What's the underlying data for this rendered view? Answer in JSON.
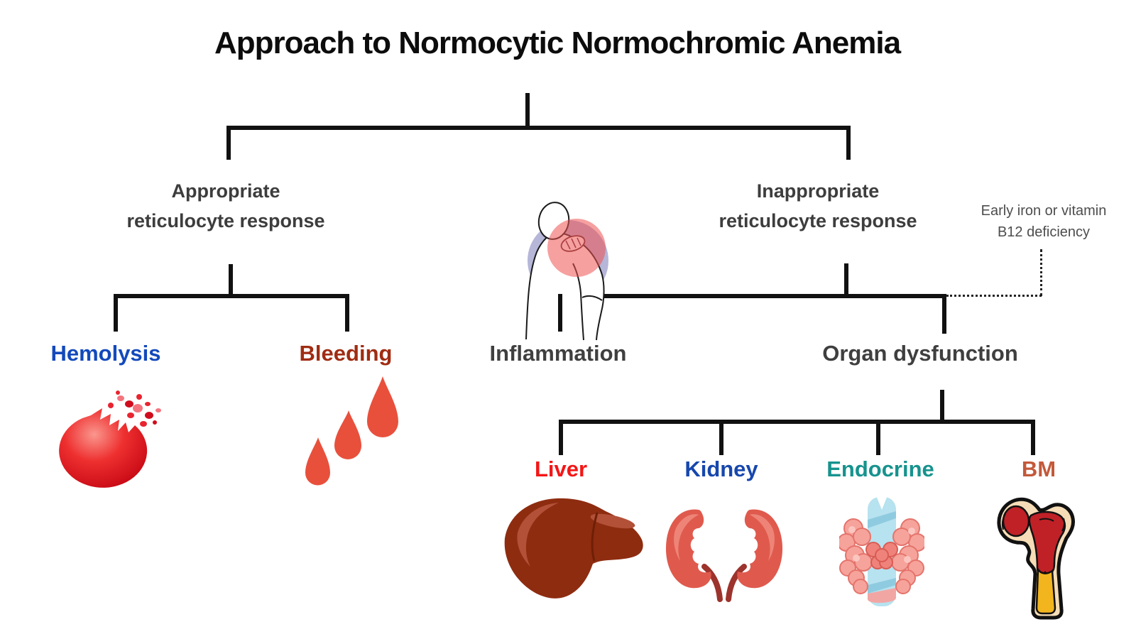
{
  "title": "Approach to Normocytic Normochromic Anemia",
  "nodes": {
    "appropriate": {
      "line1": "Appropriate",
      "line2": "reticulocyte response",
      "color": "#3d3d3d"
    },
    "inappropriate": {
      "line1": "Inappropriate",
      "line2": "reticulocyte response",
      "color": "#3d3d3d"
    },
    "hemolysis": {
      "label": "Hemolysis",
      "color": "#1349bb"
    },
    "bleeding": {
      "label": "Bleeding",
      "color": "#a02c12"
    },
    "inflammation": {
      "label": "Inflammation",
      "color": "#3f3f3f"
    },
    "organ_dysfunction": {
      "label": "Organ dysfunction",
      "color": "#3f3f3f"
    },
    "liver": {
      "label": "Liver",
      "color": "#f41616"
    },
    "kidney": {
      "label": "Kidney",
      "color": "#1747ad"
    },
    "endocrine": {
      "label": "Endocrine",
      "color": "#17938e"
    },
    "bm": {
      "label": "BM",
      "color": "#c2593a"
    }
  },
  "annotation": {
    "line1": "Early iron or vitamin",
    "line2": "B12 deficiency",
    "color": "#4d4d4d"
  },
  "colors": {
    "background": "#ffffff",
    "connector_line": "#111111",
    "red_blood_cell": "#ee3030",
    "blood_drop": "#e8503c",
    "pain_circle": "#ee5252",
    "person_halo": "#b5b6d8",
    "liver_fill": "#8e2c10",
    "kidney_fill": "#df5a4d",
    "thyroid_pink": "#f6a39b",
    "trachea_blue": "#b7e2ef",
    "bone_cream": "#f6ddb7",
    "red_marrow": "#bf2127",
    "yellow_marrow": "#f2b51e"
  },
  "icons": {
    "hemolysis": "burst-red-blood-cell-icon",
    "bleeding": "blood-drops-icon",
    "inflammation": "shoulder-pain-person-icon",
    "liver": "liver-icon",
    "kidney": "kidneys-icon",
    "endocrine": "thyroid-gland-icon",
    "bm": "bone-marrow-icon"
  }
}
